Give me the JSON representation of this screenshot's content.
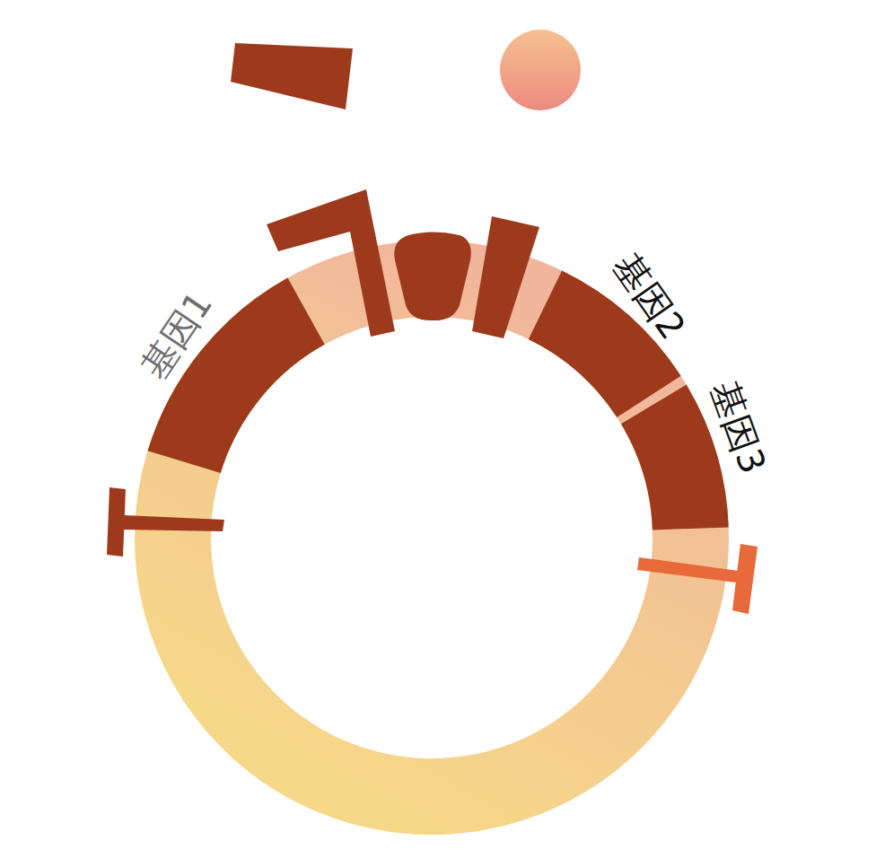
{
  "diagram": {
    "labels": [
      "基因1",
      "基因2",
      "基因3"
    ]
  }
}
